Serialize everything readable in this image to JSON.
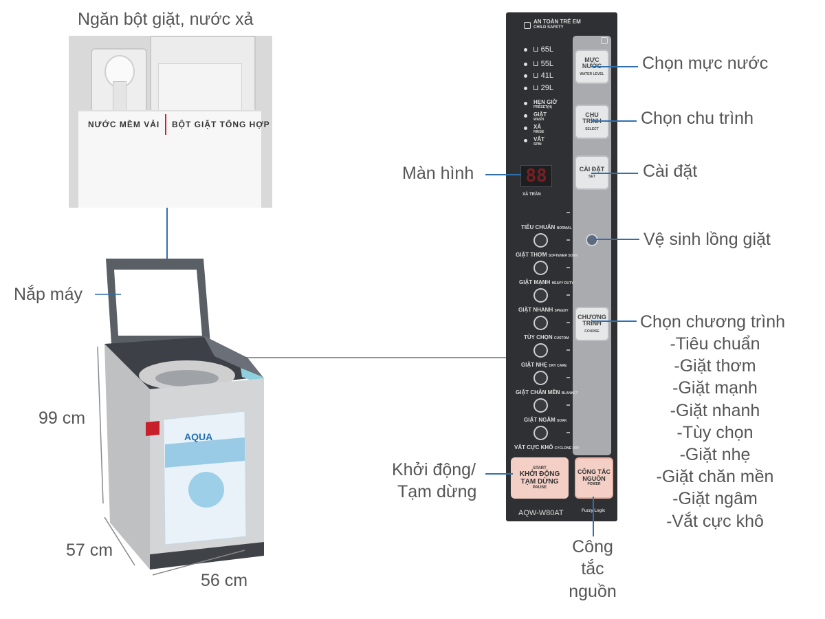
{
  "labels": {
    "drawer": "Ngăn bột giặt, nước xả",
    "lid": "Nắp máy",
    "height": "99 cm",
    "depth": "57 cm",
    "width": "56 cm",
    "water_level": "Chọn mực nước",
    "cycle": "Chọn chu trình",
    "settings": "Cài đặt",
    "screen": "Màn hình",
    "tub_clean": "Vệ sinh lồng giặt",
    "program": "Chọn chương trình",
    "start_line1": "Khởi động/",
    "start_line2": "Tạm dừng",
    "power_line1": "Công",
    "power_line2": "tắc",
    "power_line3": "nguồn"
  },
  "programs": [
    "-Tiêu chuẩn",
    "-Giặt thơm",
    "-Giặt mạnh",
    "-Giặt nhanh",
    "-Tùy chọn",
    "-Giặt nhẹ",
    "-Giặt chăn mền",
    "-Giặt ngâm",
    "-Vắt cực khô"
  ],
  "drawer_photo": {
    "softener": "NƯỚC MỀM VẢI",
    "detergent": "BỘT GIẶT TỔNG HỢP"
  },
  "machine": {
    "brand": "AQUA"
  },
  "panel": {
    "child_safety": "AN TOÀN TRẺ EM",
    "child_safety_en": "CHILD SAFETY",
    "levels": [
      "65L",
      "55L",
      "41L",
      "29L"
    ],
    "status": [
      "HẸN GIỜ",
      "GIẶT",
      "XẢ",
      "VẮT"
    ],
    "status_en": [
      "PRESET(H)",
      "WASH",
      "RINSE",
      "SPIN"
    ],
    "display": "88",
    "rinse_label": "XẢ TRÀN",
    "panel_programs": [
      "TIÊU CHUẨN",
      "GIẶT THƠM",
      "GIẶT MẠNH",
      "GIẶT NHANH",
      "TÙY CHỌN",
      "GIẶT NHẸ",
      "GIẶT CHĂN MỀN",
      "GIẶT NGÂM",
      "VẮT CỰC KHÔ"
    ],
    "panel_programs_en": [
      "NORMAL",
      "SOFTENER SOAK",
      "HEAVY DUTY",
      "SPEEDY",
      "CUSTOM",
      "DRY CARE",
      "BLANKET",
      "SOAK",
      "CYCLONE DRY"
    ],
    "btn_water": [
      "MỰC",
      "NƯỚC",
      "WATER LEVEL"
    ],
    "btn_cycle": [
      "CHU",
      "TRÌNH",
      "SELECT"
    ],
    "btn_set": [
      "CÀI ĐẶT",
      "SET"
    ],
    "btn_program": [
      "CHƯƠNG",
      "TRÌNH",
      "COURSE"
    ],
    "btn_start": [
      "START",
      "KHỞI ĐỘNG",
      "TẠM DỪNG",
      "PAUSE"
    ],
    "btn_power": [
      "CÔNG TẮC",
      "NGUỒN",
      "POWER"
    ],
    "model": "AQW-W80AT",
    "fuzzy": "Fuzzy Logic"
  }
}
